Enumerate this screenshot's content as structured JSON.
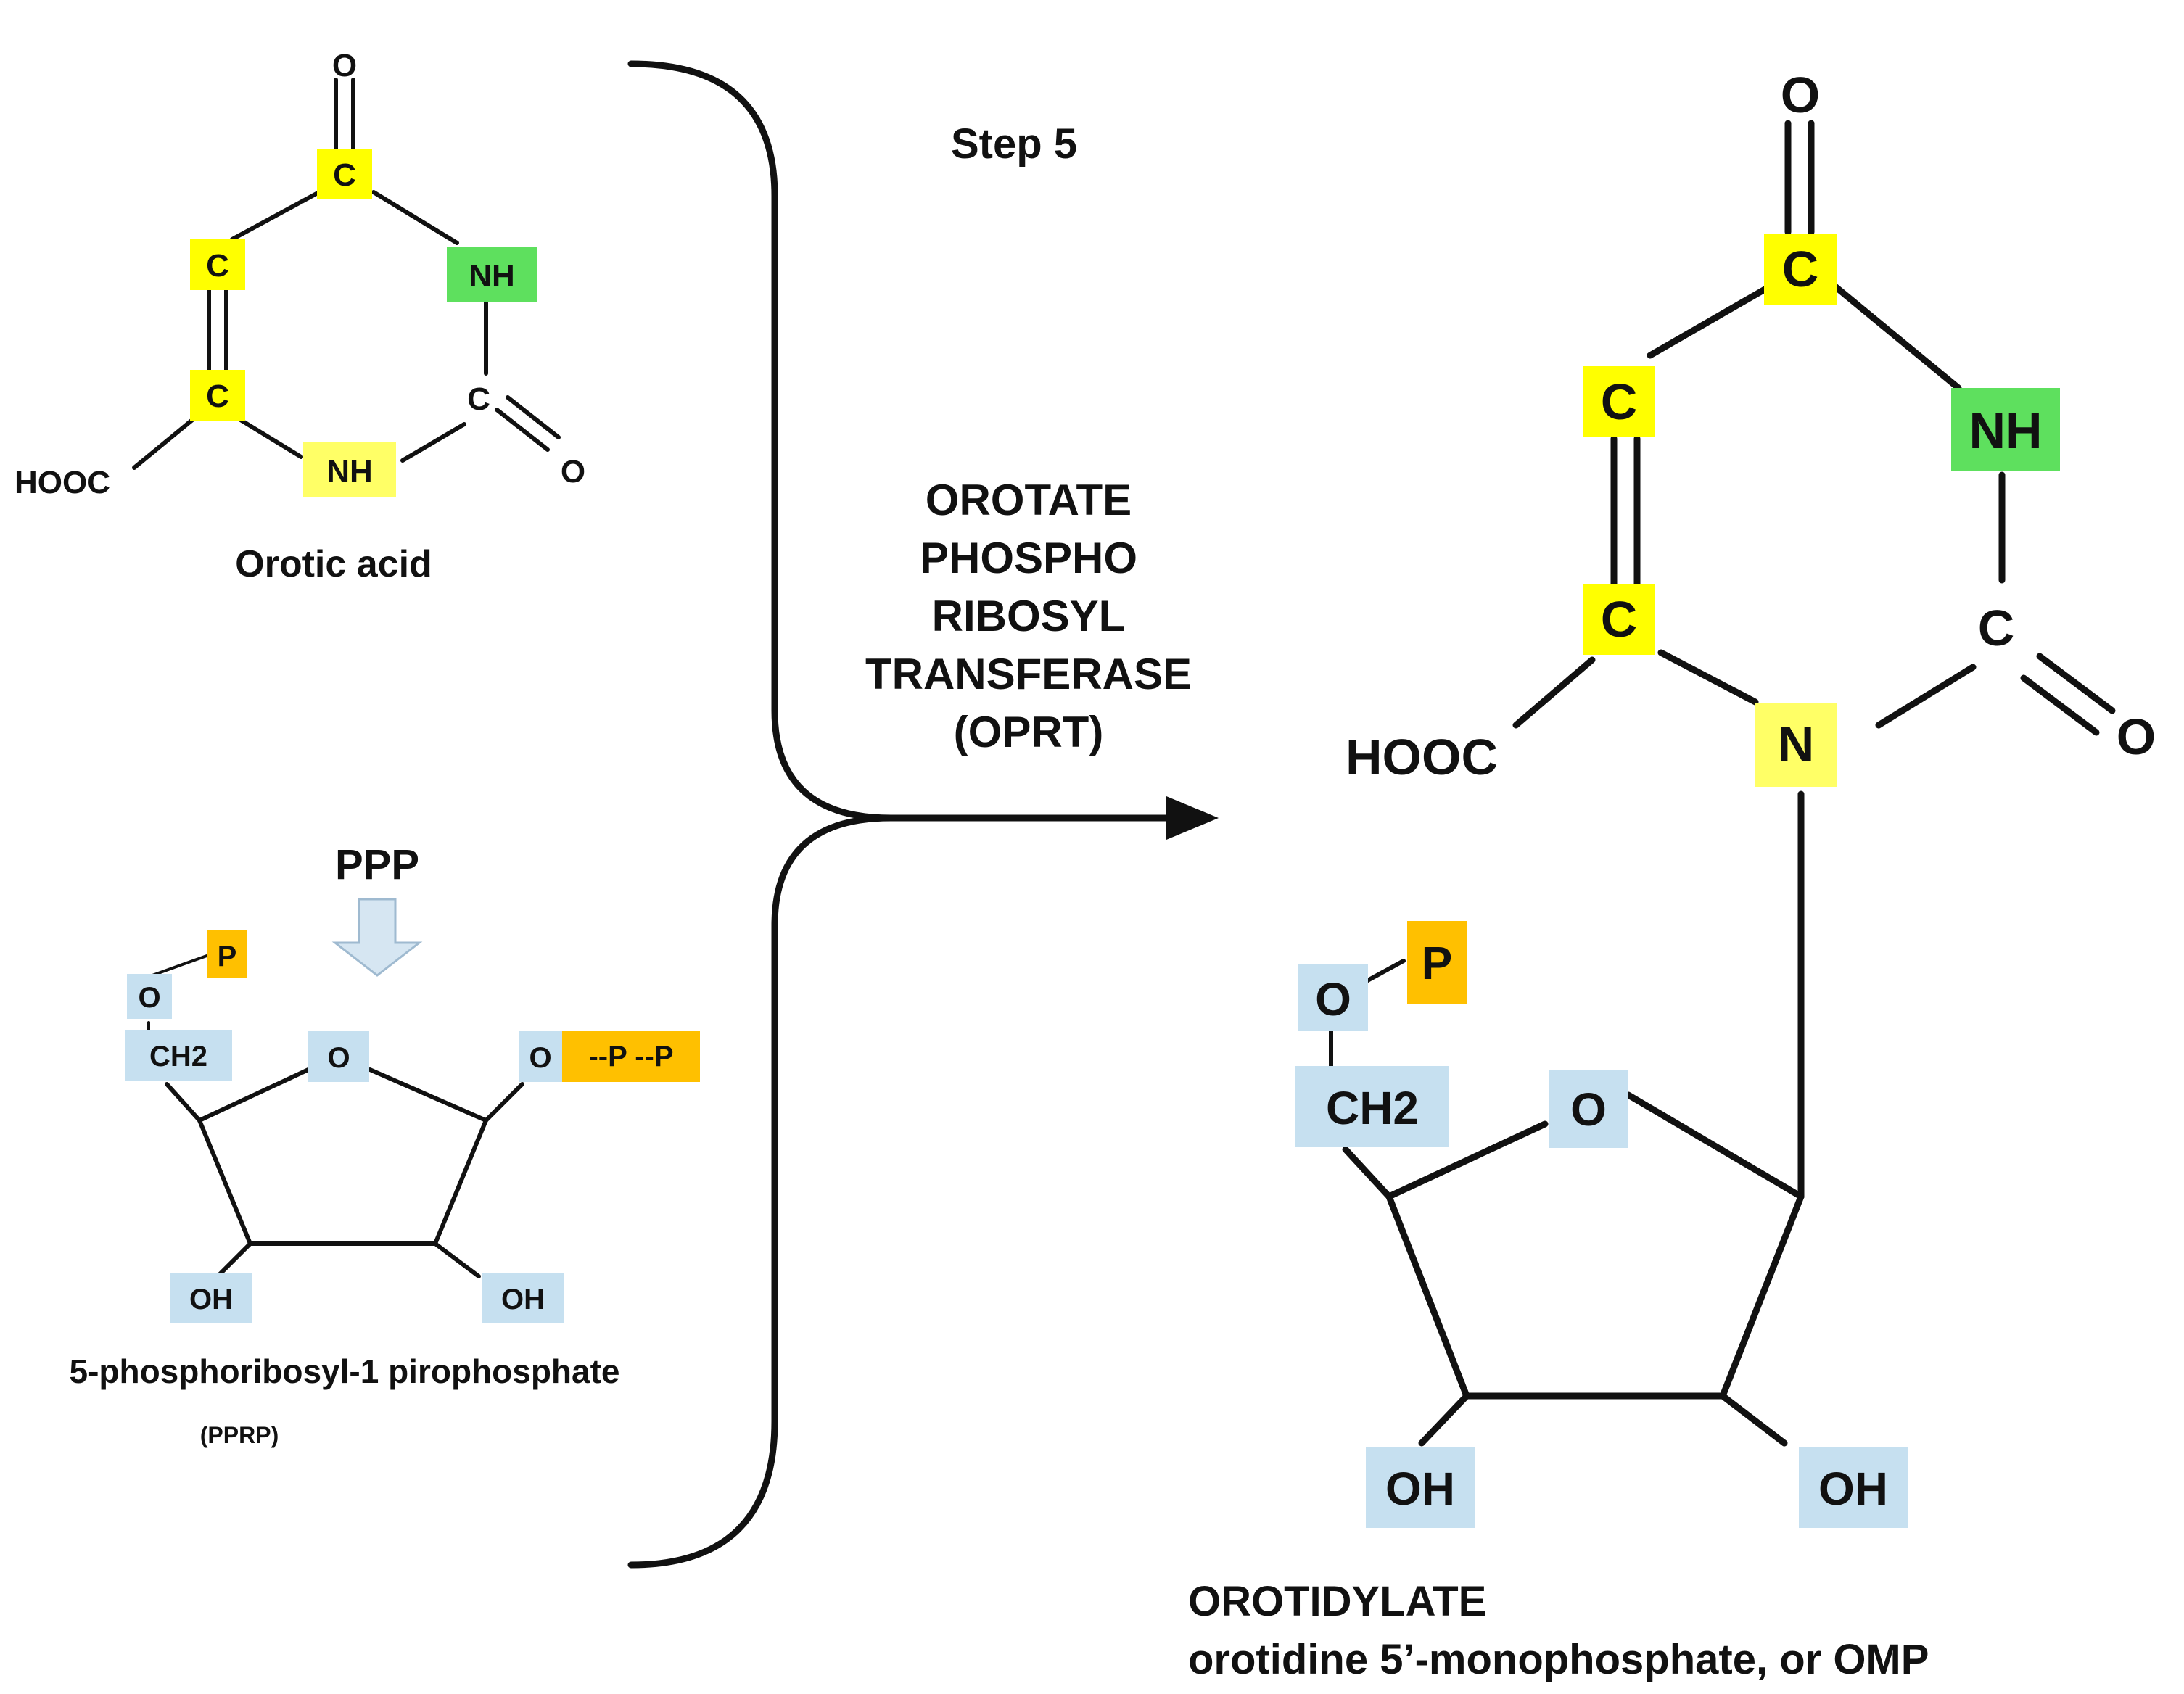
{
  "colors": {
    "carbon_highlight": "#ffff00",
    "nh_ring_highlight": "#5ee05e",
    "nh_bottom_highlight": "#ffff66",
    "ribose_highlight": "#c6e0f0",
    "phosphate_highlight": "#ffc000",
    "arrow_fill": "#d6e6f2",
    "line": "#111111"
  },
  "step": "Step 5",
  "enzyme": {
    "line1": "OROTATE",
    "line2": "PHOSPHO",
    "line3": "RIBOSYL",
    "line4": "TRANSFERASE",
    "line5": "(OPRT)"
  },
  "orotic_acid": {
    "o_top": "O",
    "c_top": "C",
    "c_left": "C",
    "nh_right": "NH",
    "c_lower_left": "C",
    "c_right": "C",
    "o_right": "O",
    "nh_bottom": "NH",
    "hooc": "HOOC",
    "name": "Orotic acid"
  },
  "prpp": {
    "ppp": "PPP",
    "p_top": "P",
    "o_top": "O",
    "ch2": "CH2",
    "o_ring": "O",
    "o_right": "O",
    "pp_chain": "--P --P",
    "oh_left": "OH",
    "oh_right": "OH",
    "name": "5-phosphoribosyl-1 pirophosphate",
    "abbr": "(PPRP)"
  },
  "omp": {
    "o_top": "O",
    "c_top": "C",
    "c_left": "C",
    "nh_right": "NH",
    "c_lower_left": "C",
    "c_right": "C",
    "o_right": "O",
    "n_bottom": "N",
    "hooc": "HOOC",
    "p": "P",
    "o_phos": "O",
    "ch2": "CH2",
    "o_ring": "O",
    "oh_left": "OH",
    "oh_right": "OH",
    "name_line1": "OROTIDYLATE",
    "name_line2": "orotidine 5’-monophosphate, or OMP"
  }
}
